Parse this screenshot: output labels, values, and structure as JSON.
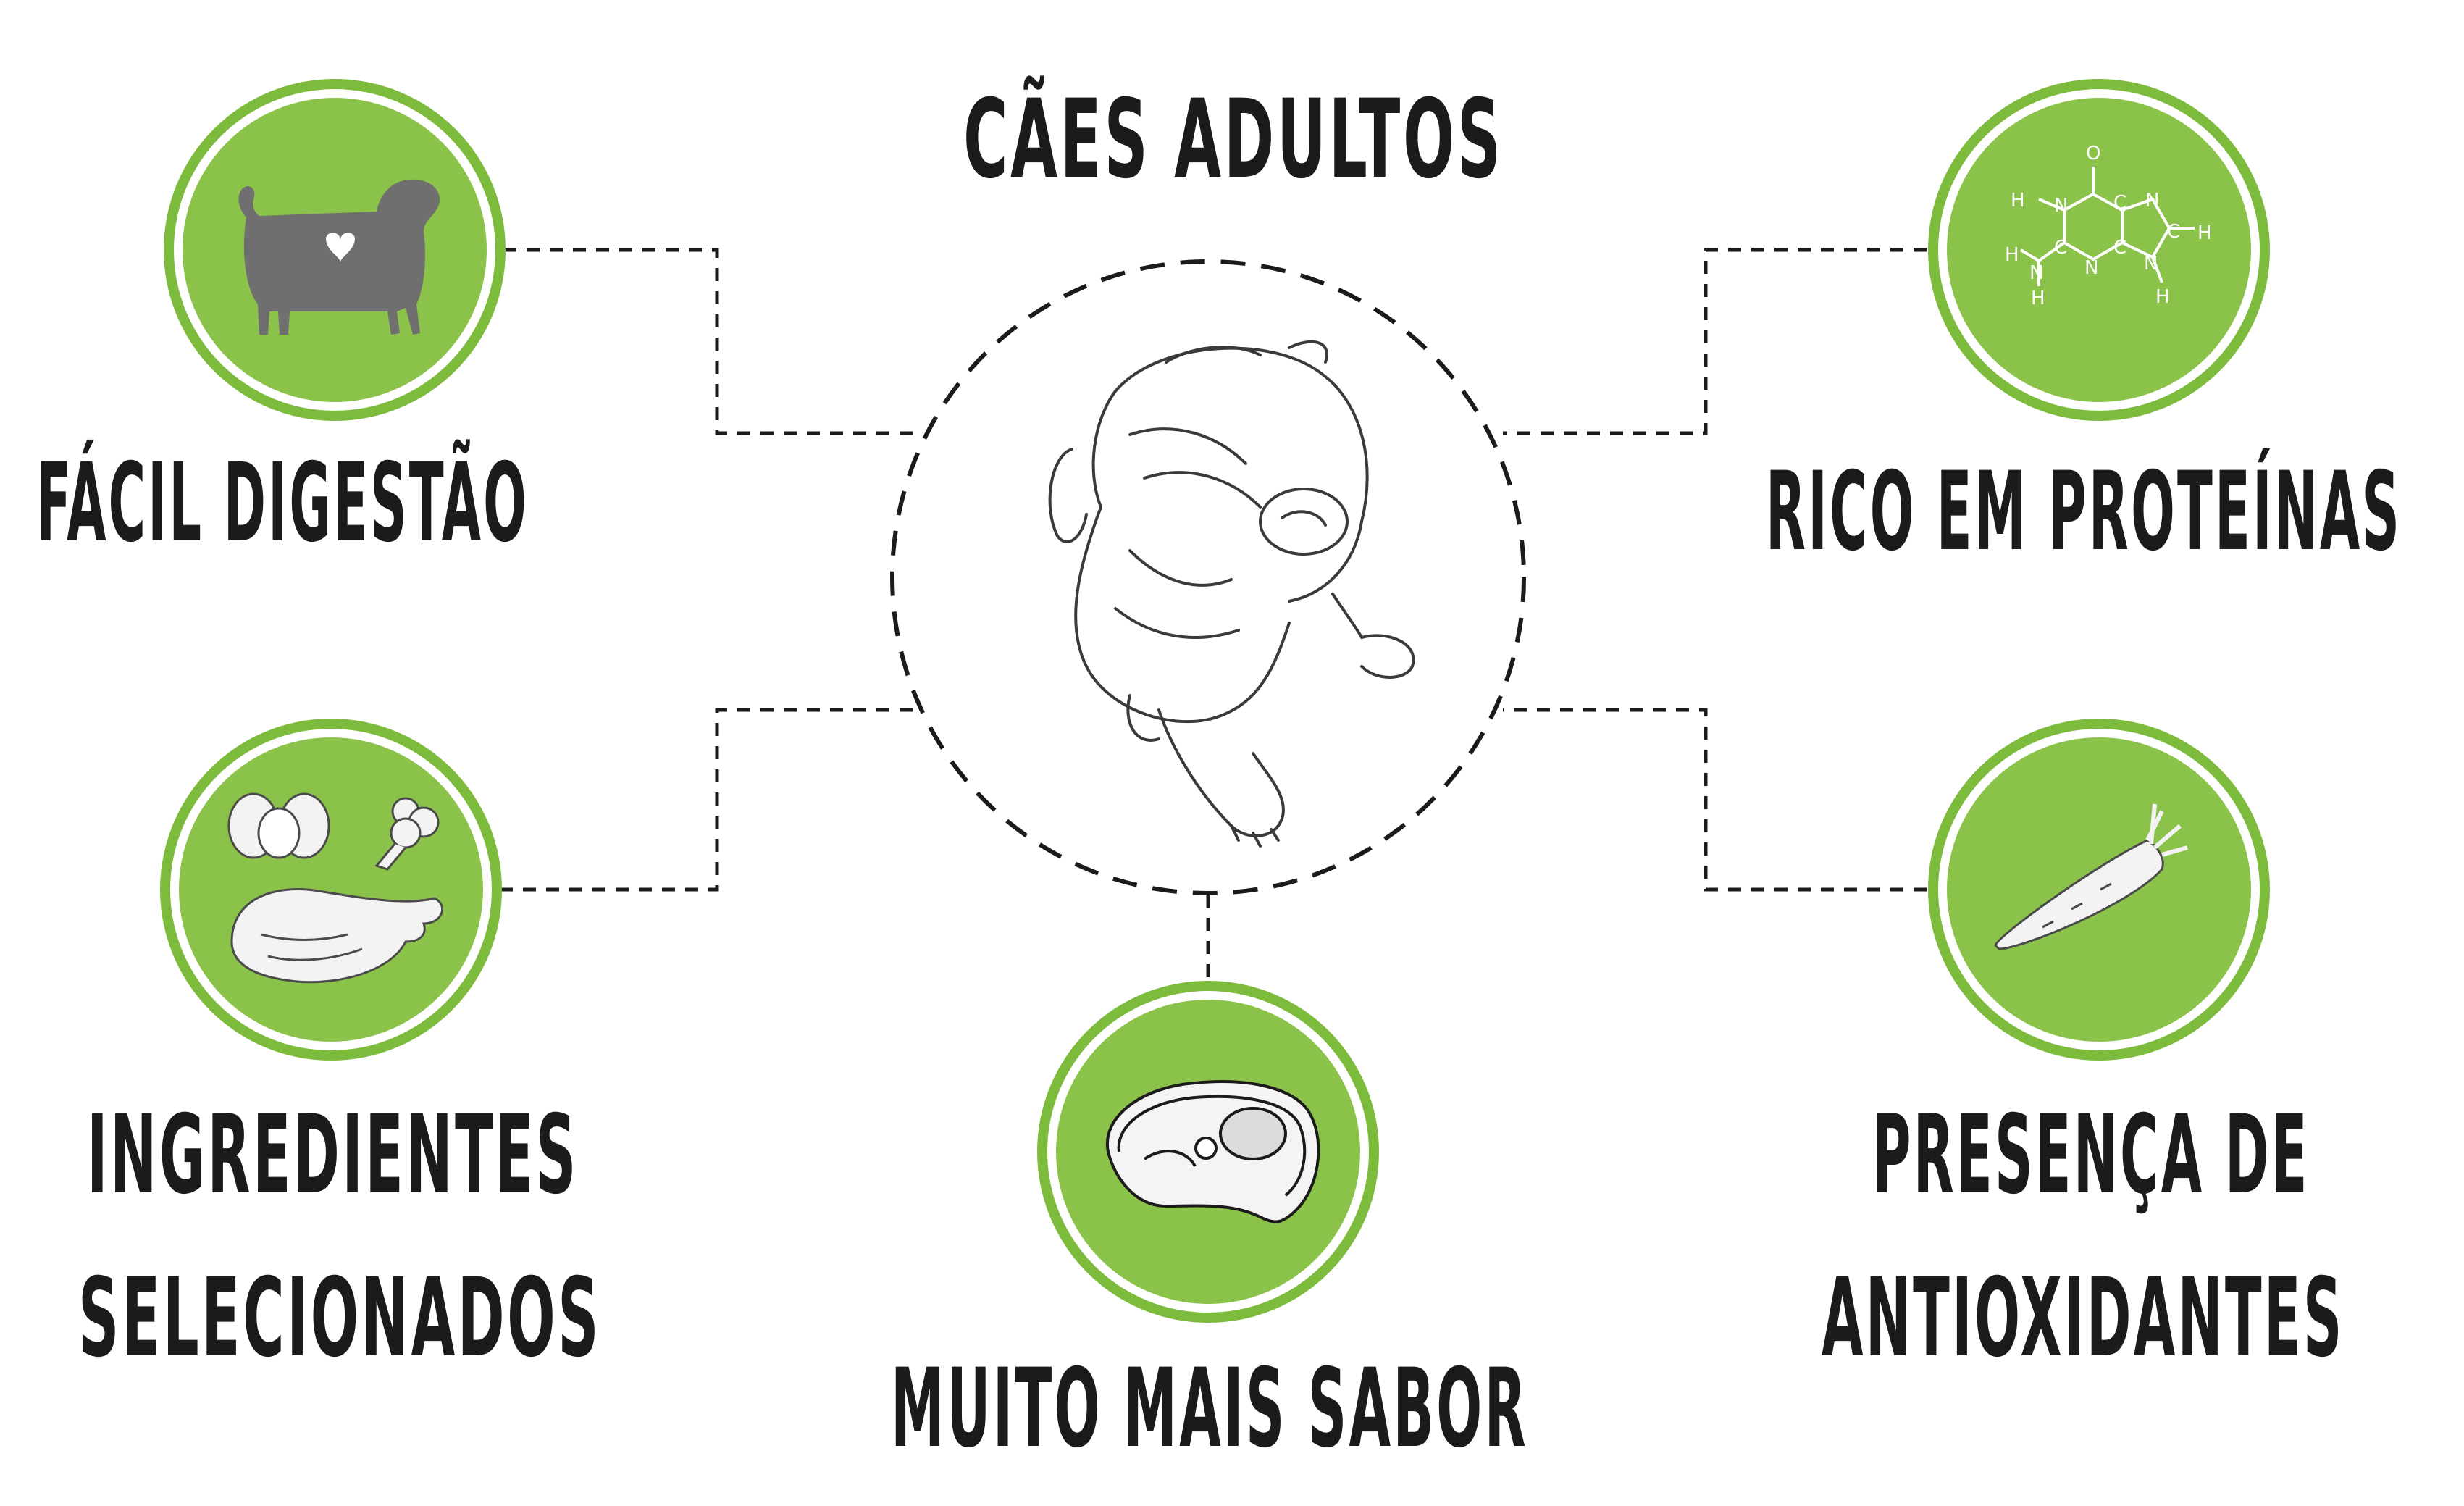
{
  "title": "CÃES ADULTOS",
  "center": {
    "image_name": "shar-pei-sketch"
  },
  "features": [
    {
      "id": "digestion",
      "label": "FÁCIL DIGESTÃO",
      "icon": "dog-heart-icon"
    },
    {
      "id": "protein",
      "label": "RICO EM PROTEÍNAS",
      "icon": "molecule-icon"
    },
    {
      "id": "ingredients",
      "label_line1": "INGREDIENTES",
      "label_line2": "SELECIONADOS",
      "icon": "food-ingredients-icon"
    },
    {
      "id": "antioxidants",
      "label_line1": "PRESENÇA DE",
      "label_line2": "ANTIOXIDANTES",
      "icon": "carrot-icon"
    },
    {
      "id": "flavor",
      "label": "MUITO MAIS SABOR",
      "icon": "meat-steak-icon"
    }
  ],
  "colors": {
    "accent_green": "#8bc34a",
    "ring_green": "#7dbb3d",
    "text": "#1c1a1a",
    "line": "#1c1a1a",
    "icon_gray": "#6f6f6f"
  }
}
